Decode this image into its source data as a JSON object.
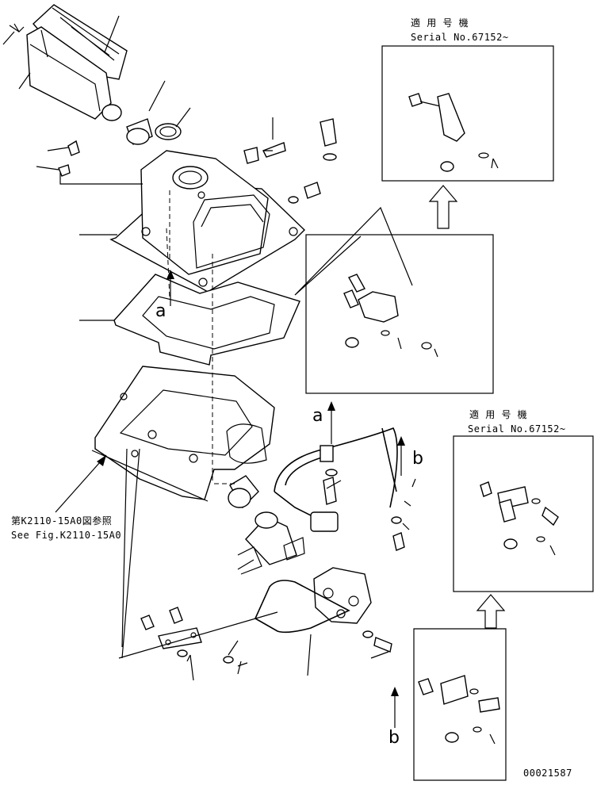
{
  "insets": [
    {
      "applicable_label": "適 用 号 機",
      "serial_label": "Serial No.67152~"
    },
    {
      "applicable_label": "適 用 号 機",
      "serial_label": "Serial No.67152~"
    }
  ],
  "reference": {
    "jp": "第K2110-15A0図参照",
    "en": "See Fig.K2110-15A0"
  },
  "view_labels": {
    "a_top": "a",
    "a_right": "a",
    "b_right": "b",
    "b_bottom": "b"
  },
  "drawing_number": "00021587"
}
